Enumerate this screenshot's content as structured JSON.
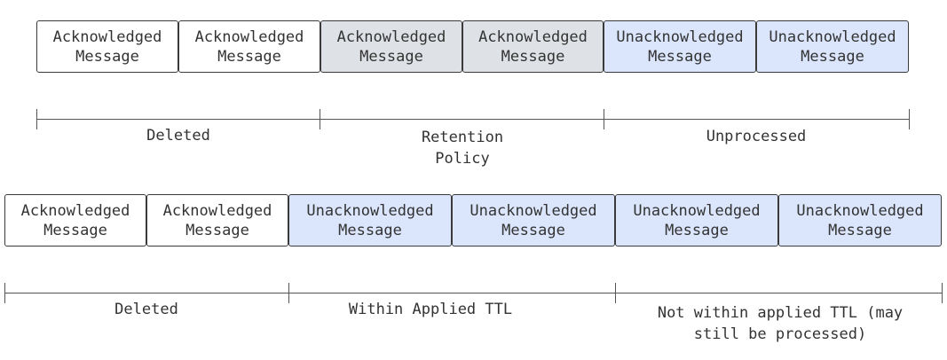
{
  "colors": {
    "acknowledged_fill": "#ffffff",
    "retention_fill": "#dee1e5",
    "unacknowledged_fill": "#dbe6fd",
    "stroke": "#3a3a3a",
    "text": "#333333"
  },
  "top": {
    "messages": [
      {
        "text": "Acknowledged\nMessage",
        "state": "acknowledged"
      },
      {
        "text": "Acknowledged\nMessage",
        "state": "acknowledged"
      },
      {
        "text": "Acknowledged\nMessage",
        "state": "retained"
      },
      {
        "text": "Acknowledged\nMessage",
        "state": "retained"
      },
      {
        "text": "Unacknowledged\nMessage",
        "state": "unacknowledged"
      },
      {
        "text": "Unacknowledged\nMessage",
        "state": "unacknowledged"
      }
    ],
    "ranges": [
      {
        "label": "Deleted"
      },
      {
        "label": "Retention\nPolicy"
      },
      {
        "label": "Unprocessed"
      }
    ]
  },
  "bottom": {
    "messages": [
      {
        "text": "Acknowledged\nMessage",
        "state": "acknowledged"
      },
      {
        "text": "Acknowledged\nMessage",
        "state": "acknowledged"
      },
      {
        "text": "Unacknowledged\nMessage",
        "state": "unacknowledged"
      },
      {
        "text": "Unacknowledged\nMessage",
        "state": "unacknowledged"
      },
      {
        "text": "Unacknowledged\nMessage",
        "state": "unacknowledged"
      },
      {
        "text": "Unacknowledged\nMessage",
        "state": "unacknowledged"
      }
    ],
    "ranges": [
      {
        "label": "Deleted"
      },
      {
        "label": "Within Applied TTL"
      },
      {
        "label": "Not within applied TTL (may\nstill be processed)"
      }
    ]
  }
}
